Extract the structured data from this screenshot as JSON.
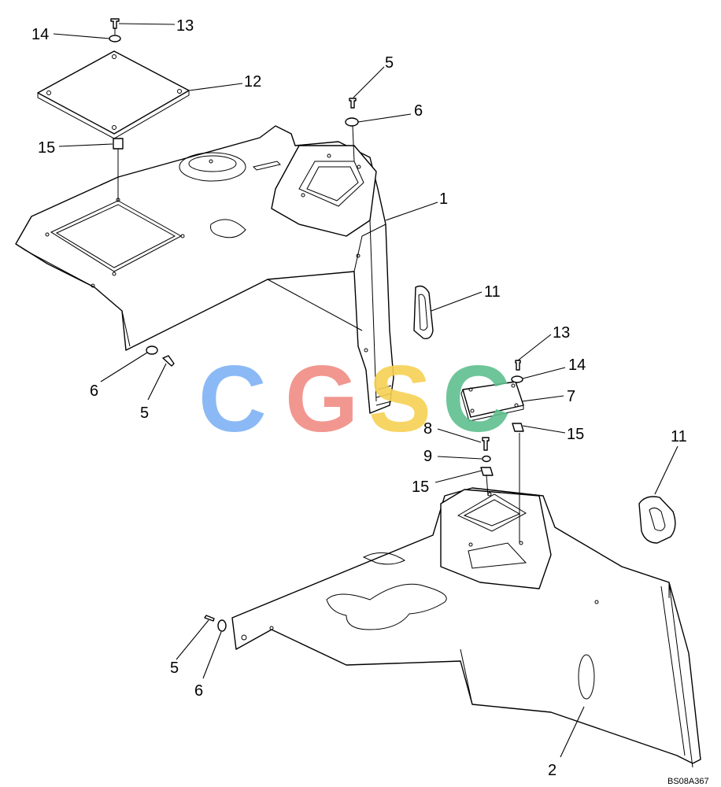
{
  "figure_ref": "BS08A367",
  "watermark": {
    "letters": [
      "C",
      "G",
      "S",
      "C"
    ],
    "colors": [
      "#7fb2f5",
      "#f08c84",
      "#f7d154",
      "#5fbf8e"
    ]
  },
  "callouts": {
    "c1": "1",
    "c2": "2",
    "c5a": "5",
    "c5b": "5",
    "c5c": "5",
    "c6a": "6",
    "c6b": "6",
    "c6c": "6",
    "c7": "7",
    "c8": "8",
    "c9": "9",
    "c11a": "11",
    "c11b": "11",
    "c12": "12",
    "c13a": "13",
    "c13b": "13",
    "c14a": "14",
    "c14b": "14",
    "c15a": "15",
    "c15b": "15",
    "c15c": "15"
  }
}
